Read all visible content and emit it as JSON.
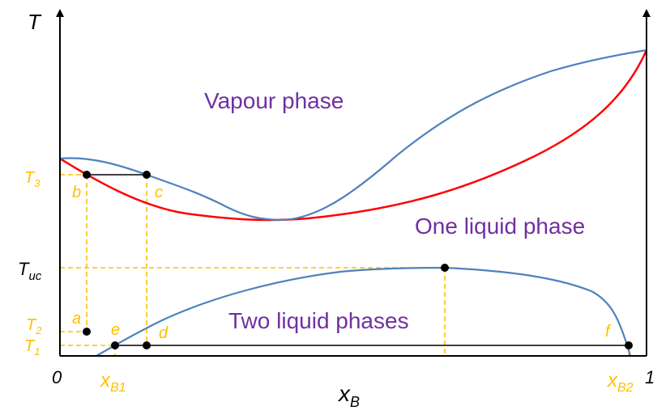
{
  "colors": {
    "axis": "#000000",
    "vapour_curve": "#ff0000",
    "liquid_curve": "#4f81bd",
    "guide": "#ffc000",
    "region_text": "#7030a0"
  },
  "axes": {
    "y_label": "T",
    "x_label_main": "x",
    "x_label_sub": "B",
    "x_origin": "0",
    "x_end": "1"
  },
  "temperatures": {
    "t3_main": "T",
    "t3_sub": "3",
    "tuc_main": "T",
    "tuc_sub": "uc",
    "t2_main": "T",
    "t2_sub": "2",
    "t1_main": "T",
    "t1_sub": "1"
  },
  "compositions": {
    "xb1_main": "x",
    "xb1_sub": "B1",
    "xb2_main": "x",
    "xb2_sub": "B2"
  },
  "points": {
    "a": "a",
    "b": "b",
    "c": "c",
    "d": "d",
    "e": "e",
    "f": "f"
  },
  "regions": {
    "vapour": "Vapour phase",
    "one_liquid": "One liquid phase",
    "two_liquid": "Two liquid phases"
  }
}
